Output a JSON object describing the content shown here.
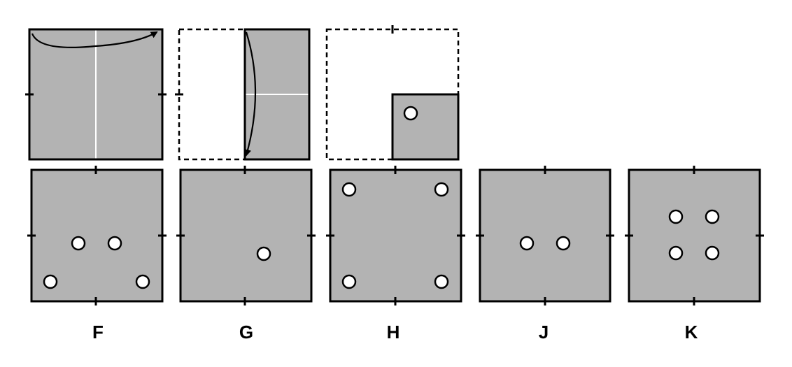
{
  "fold_steps": [
    {
      "step": 1,
      "action": "fold-left-edge-to-right",
      "arrow": "horizontal-curved-right"
    },
    {
      "step": 2,
      "action": "fold-top-edge-to-bottom",
      "arrow": "vertical-curved-down"
    },
    {
      "step": 3,
      "action": "punch-hole",
      "hole_quadrant": "bottom-right",
      "hole_count": 1
    }
  ],
  "answer_options": [
    {
      "label": "F",
      "hole_count": 4
    },
    {
      "label": "G",
      "hole_count": 1
    },
    {
      "label": "H",
      "hole_count": 4
    },
    {
      "label": "J",
      "hole_count": 2
    },
    {
      "label": "K",
      "hole_count": 4
    }
  ],
  "colors": {
    "paper": "#b3b3b3",
    "hole": "#ffffff",
    "outline": "#000000",
    "fold_line": "#ffffff"
  }
}
